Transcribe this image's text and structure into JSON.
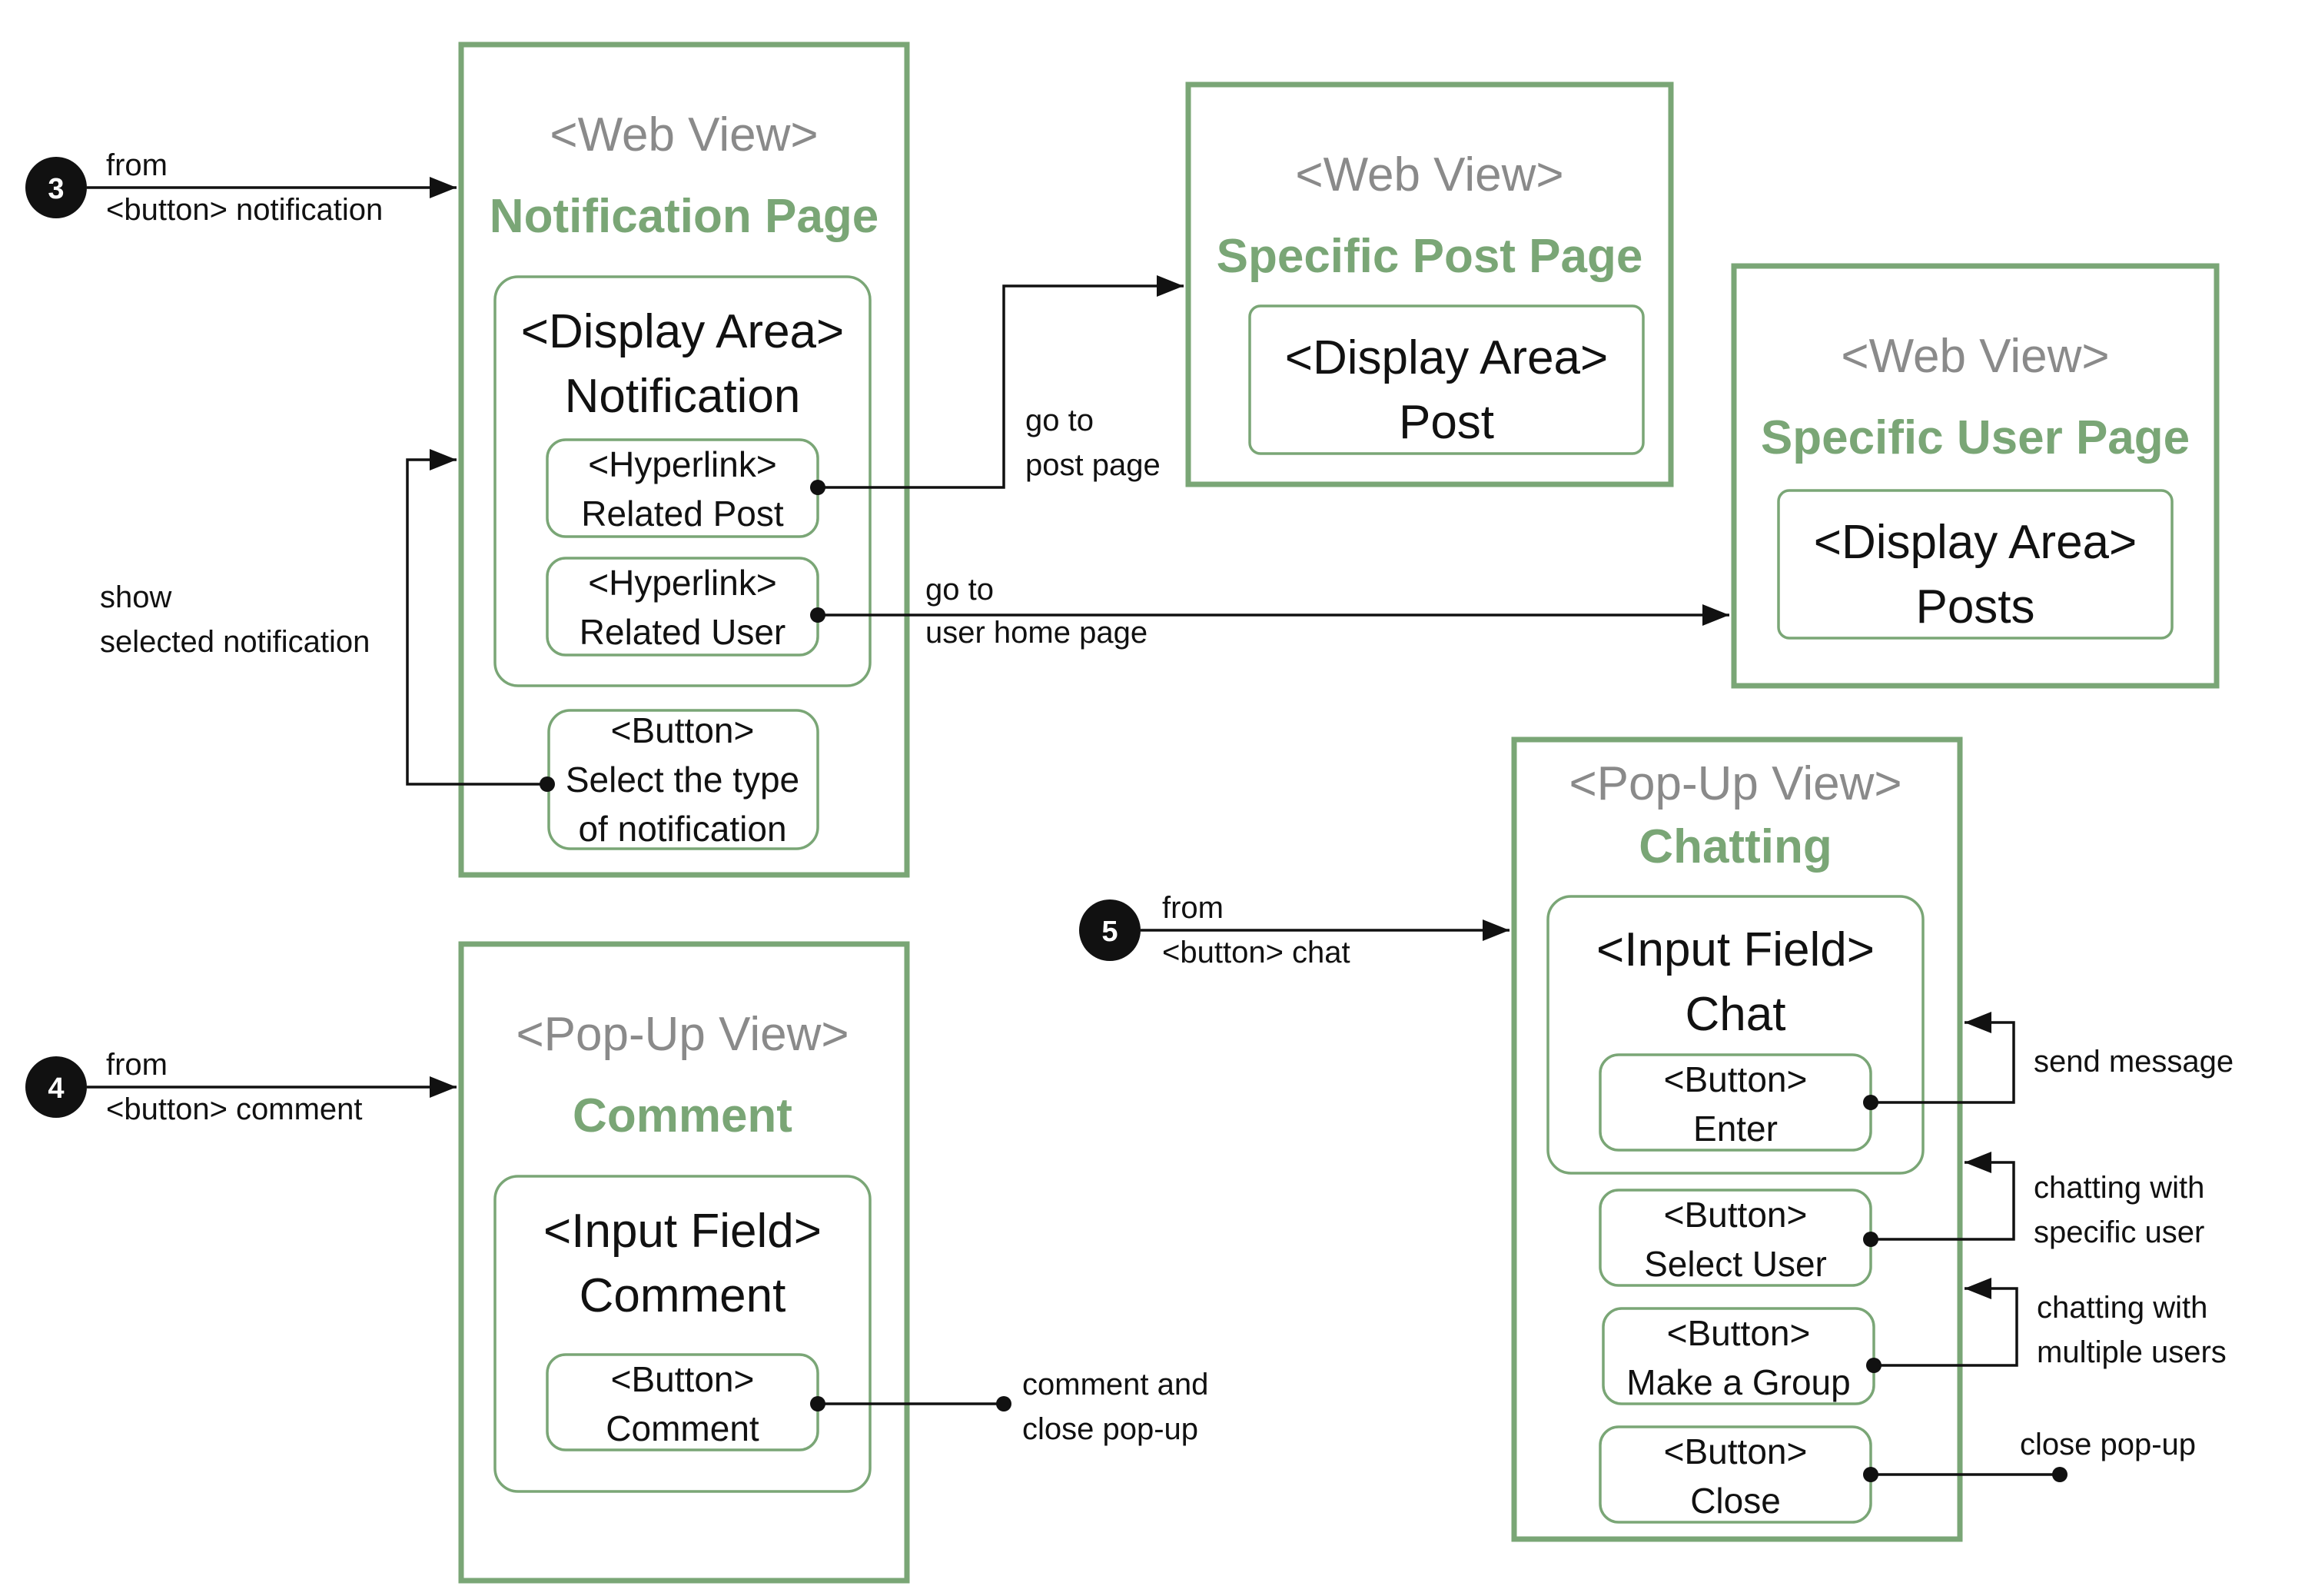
{
  "views": {
    "notification": {
      "type": "<Web View>",
      "title": "Notification Page",
      "display_area": [
        "<Display Area>",
        "Notification"
      ],
      "hyperlink_post": [
        "<Hyperlink>",
        "Related Post"
      ],
      "hyperlink_user": [
        "<Hyperlink>",
        "Related User"
      ],
      "select_type_button": [
        "<Button>",
        "Select the type",
        "of  notification"
      ]
    },
    "specific_post": {
      "type": "<Web View>",
      "title": "Specific Post Page",
      "display_area": [
        "<Display Area>",
        "Post"
      ]
    },
    "specific_user": {
      "type": "<Web View>",
      "title": "Specific User Page",
      "display_area": [
        "<Display Area>",
        "Posts"
      ]
    },
    "comment": {
      "type": "<Pop-Up View>",
      "title": "Comment",
      "input_field": [
        "<Input Field>",
        "Comment"
      ],
      "comment_button": [
        "<Button>",
        "Comment"
      ]
    },
    "chatting": {
      "type": "<Pop-Up View>",
      "title": "Chatting",
      "input_field": [
        "<Input Field>",
        "Chat"
      ],
      "enter_button": [
        "<Button>",
        "Enter"
      ],
      "select_user_button": [
        "<Button>",
        "Select User"
      ],
      "make_group_button": [
        "<Button>",
        "Make a Group"
      ],
      "close_button": [
        "<Button>",
        "Close"
      ]
    }
  },
  "badges": {
    "notification": "3",
    "comment": "4",
    "chat": "5"
  },
  "edges": {
    "from_notification": [
      "from",
      "<button> notification"
    ],
    "show_selected": [
      "show",
      "selected notification"
    ],
    "go_post": [
      "go to",
      "post page"
    ],
    "go_user": [
      "go to",
      "user home page"
    ],
    "from_comment": [
      "from",
      "<button> comment"
    ],
    "comment_close": [
      "comment and",
      "close pop-up"
    ],
    "from_chat": [
      "from",
      "<button> chat"
    ],
    "send_message": [
      "send message"
    ],
    "chat_specific": [
      "chatting with",
      "specific user"
    ],
    "chat_multiple": [
      "chatting with",
      "multiple users"
    ],
    "close_popup": [
      "close pop-up"
    ]
  },
  "colors": {
    "accent": "#7aa676",
    "type_label": "#8a8a8a",
    "line": "#111111"
  }
}
